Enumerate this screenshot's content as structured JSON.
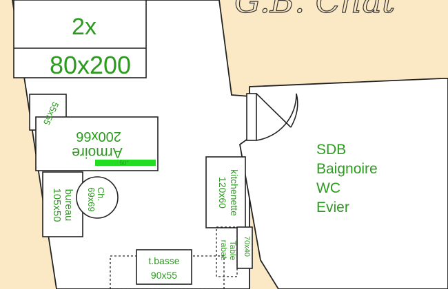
{
  "header": {
    "signature_text": "G.B. Chat"
  },
  "furniture": {
    "bed_qty": "2x",
    "bed_size": "80x200",
    "small_cabinet": "55x55",
    "wardrobe_name": "Armoire",
    "wardrobe_size": "200x66",
    "wardrobe_marker": "50\"",
    "chair_name": "Ch.",
    "chair_size": "69x69",
    "desk_name": "bureau",
    "desk_size": "105x50",
    "kitchenette_name": "kitchenette",
    "kitchenette_size": "120x60",
    "table_name": "Table",
    "table_sub": "rabat.",
    "table_size": "70x40",
    "coffee_table_name": "t.basse",
    "coffee_table_size": "90x55"
  },
  "bathroom": {
    "lines": [
      "SDB",
      "Baignoire",
      "WC",
      "Evier"
    ]
  },
  "colors": {
    "background": "#fbe9c6",
    "label": "#2b9a1e",
    "marker": "#22dd22"
  }
}
